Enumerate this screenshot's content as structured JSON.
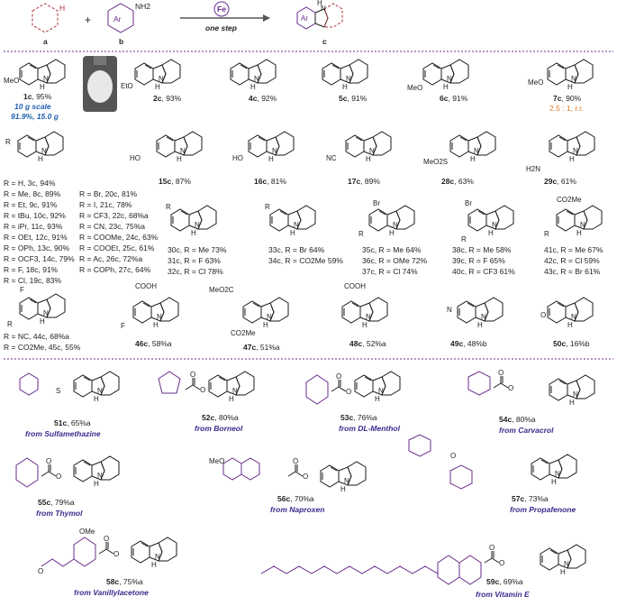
{
  "scheme": {
    "reagent_a": "a",
    "reagent_b": "b",
    "product": "c",
    "plus": "+",
    "ar_label": "Ar",
    "nh2_label": "NH2",
    "catalyst": "Fe",
    "condition": "one step"
  },
  "row1": [
    {
      "id": "1c",
      "yield": "95%",
      "notes": [
        "10 g scale",
        "91.9%, 15.0 g"
      ]
    },
    {
      "id": "2c",
      "yield": "93%"
    },
    {
      "id": "4c",
      "yield": "92%"
    },
    {
      "id": "5c",
      "yield": "91%"
    },
    {
      "id": "6c",
      "yield": "91%"
    },
    {
      "id": "7c",
      "yield": "90%",
      "ratio": "2.5 : 1, r.r."
    }
  ],
  "row2": [
    {
      "id": "15c",
      "yield": "87%"
    },
    {
      "id": "16c",
      "yield": "81%"
    },
    {
      "id": "17c",
      "yield": "89%"
    },
    {
      "id": "28c",
      "yield": "63%"
    },
    {
      "id": "29c",
      "yield": "61%"
    }
  ],
  "r_list_left": [
    "R = H, 3c, 94%",
    "R = Me, 8c, 89%",
    "R = Et, 9c, 91%",
    "R = tBu, 10c, 92%",
    "R = iPr, 11c, 93%",
    "R = OEt, 12c, 91%",
    "R = OPh, 13c, 90%",
    "R = OCF3, 14c, 79%",
    "R = F, 18c, 91%",
    "R = Cl, 19c, 83%"
  ],
  "r_list_right": [
    "R = Br, 20c, 81%",
    "R = I, 21c, 78%",
    "R = CF3, 22c, 68%a",
    "R = CN, 23c, 75%a",
    "R = COOMe, 24c, 63%",
    "R = COOEt, 25c, 61%",
    "R = Ac, 26c, 72%a",
    "R = COPh, 27c, 64%"
  ],
  "series_groups": [
    {
      "lines": [
        "30c, R = Me 73%",
        "31c, R = F 63%",
        "32c, R = Cl 78%"
      ]
    },
    {
      "lines": [
        "33c, R = Br 64%",
        "34c, R = CO2Me 59%"
      ]
    },
    {
      "lines": [
        "35c, R = Me 64%",
        "36c, R = OMe 72%",
        "37c, R = Cl 74%"
      ]
    },
    {
      "lines": [
        "38c, R = Me 58%",
        "39c, R = F 65%",
        "40c, R = CF3 61%"
      ]
    },
    {
      "lines": [
        "41c, R = Me 67%",
        "42c, R = Cl 59%",
        "43c, R = Br 61%"
      ]
    }
  ],
  "row4_left": [
    "R = NC, 44c, 68%a",
    "R = CO2Me, 45c, 55%"
  ],
  "row4": [
    {
      "id": "46c",
      "yield": "58%a"
    },
    {
      "id": "47c",
      "yield": "51%a"
    },
    {
      "id": "48c",
      "yield": "52%a"
    },
    {
      "id": "49c",
      "yield": "48%b"
    },
    {
      "id": "50c",
      "yield": "16%b"
    }
  ],
  "late_stage": [
    {
      "id": "51c",
      "yield": "65%a",
      "source": "from Sulfamethazine"
    },
    {
      "id": "52c",
      "yield": "80%a",
      "source": "from Borneol"
    },
    {
      "id": "53c",
      "yield": "76%a",
      "source": "from DL-Menthol"
    },
    {
      "id": "54c",
      "yield": "80%a",
      "source": "from Carvacrol"
    },
    {
      "id": "55c",
      "yield": "79%a",
      "source": "from Thymol"
    },
    {
      "id": "56c",
      "yield": "70%a",
      "source": "from Naproxen"
    },
    {
      "id": "57c",
      "yield": "73%a",
      "source": "from Propafenone"
    },
    {
      "id": "58c",
      "yield": "75%a",
      "source": "from Vanillylacetone"
    },
    {
      "id": "59c",
      "yield": "69%a",
      "source": "from Vitamin E"
    }
  ],
  "colors": {
    "blue": "#1f5fb0",
    "purple": "#6a2b8c",
    "red": "#b0303a",
    "orange": "#e07b1f",
    "dash": "#6a2b8c"
  }
}
